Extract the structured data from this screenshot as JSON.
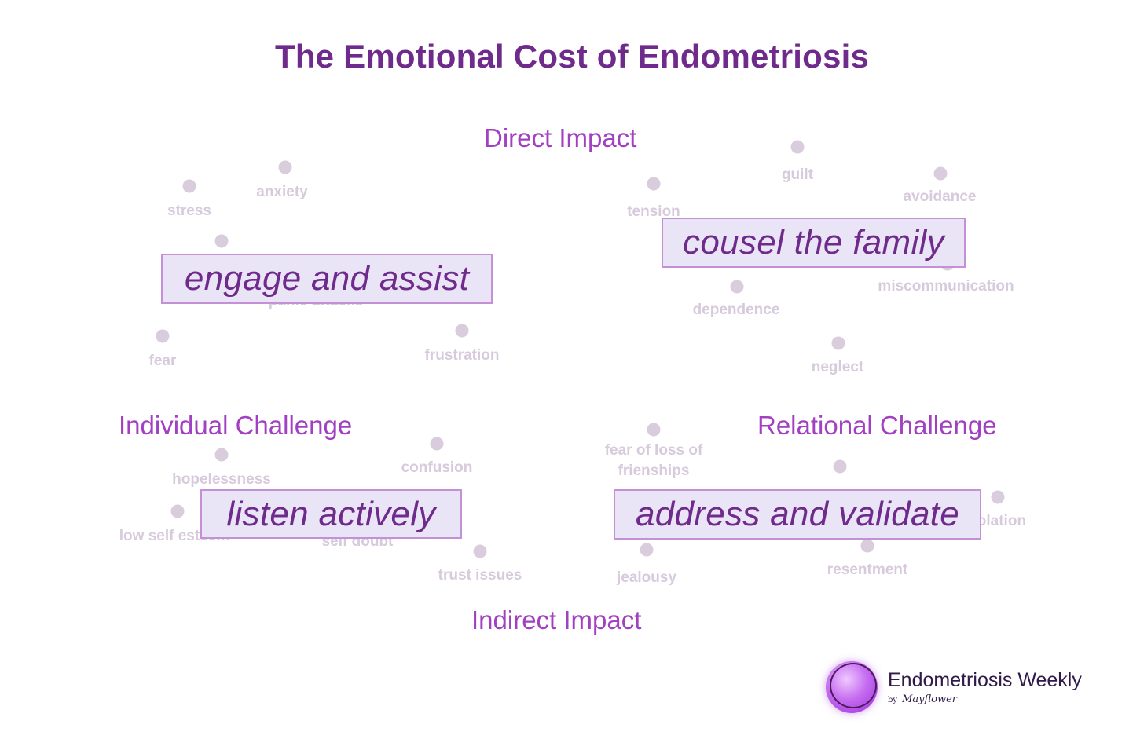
{
  "title": "The Emotional Cost of Endometriosis",
  "axes": {
    "top": "Direct Impact",
    "bottom": "Indirect Impact",
    "left": "Individual Challenge",
    "right": "Relational Challenge"
  },
  "terms": {
    "stress": "stress",
    "anxiety": "anxiety",
    "panic_attacks": "panic attacks",
    "fear": "fear",
    "frustration": "frustration",
    "tension": "tension",
    "guilt": "guilt",
    "avoidance": "avoidance",
    "miscommunication": "miscommunication",
    "dependence": "dependence",
    "neglect": "neglect",
    "hopelessness": "hopelessness",
    "confusion": "confusion",
    "low_self_esteem": "low self esteem",
    "self_doubt": "self doubt",
    "trust_issues": "trust issues",
    "fear_of_loss_of_friendships": "fear of loss of\nfrienships",
    "isolation": "isolation",
    "jealousy": "jealousy",
    "resentment": "resentment"
  },
  "actions": {
    "top_left": "engage and assist",
    "top_right": "cousel the family",
    "bottom_left": "listen actively",
    "bottom_right": "address and validate"
  },
  "brand": {
    "name": "Endometriosis Weekly",
    "by": "by",
    "sub": "Mayflower"
  },
  "colors": {
    "title": "#6f2b8c",
    "axis_label": "#a240c2",
    "term": "#d7cadc",
    "action_fill": "#eae5f6",
    "action_border": "#c490d6"
  }
}
